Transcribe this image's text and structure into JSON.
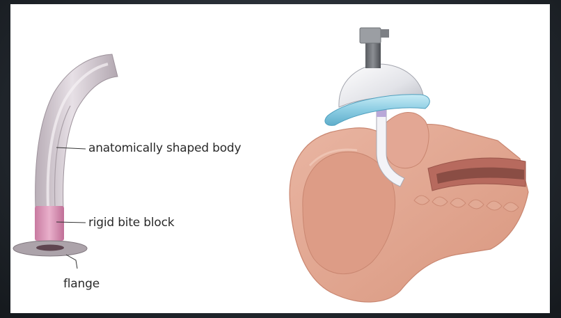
{
  "labels": {
    "body": "anatomically shaped body",
    "bite_block": "rigid bite block",
    "flange": "flange"
  },
  "colors": {
    "airway_body": "#c9bfc7",
    "bite_block": "#d68fb2",
    "flange": "#aba1a9",
    "tissue": "#e4a993",
    "tissue_dark": "#cf8a73",
    "mask_dome": "#e9eaee",
    "cuff": "#8fd0e6"
  }
}
